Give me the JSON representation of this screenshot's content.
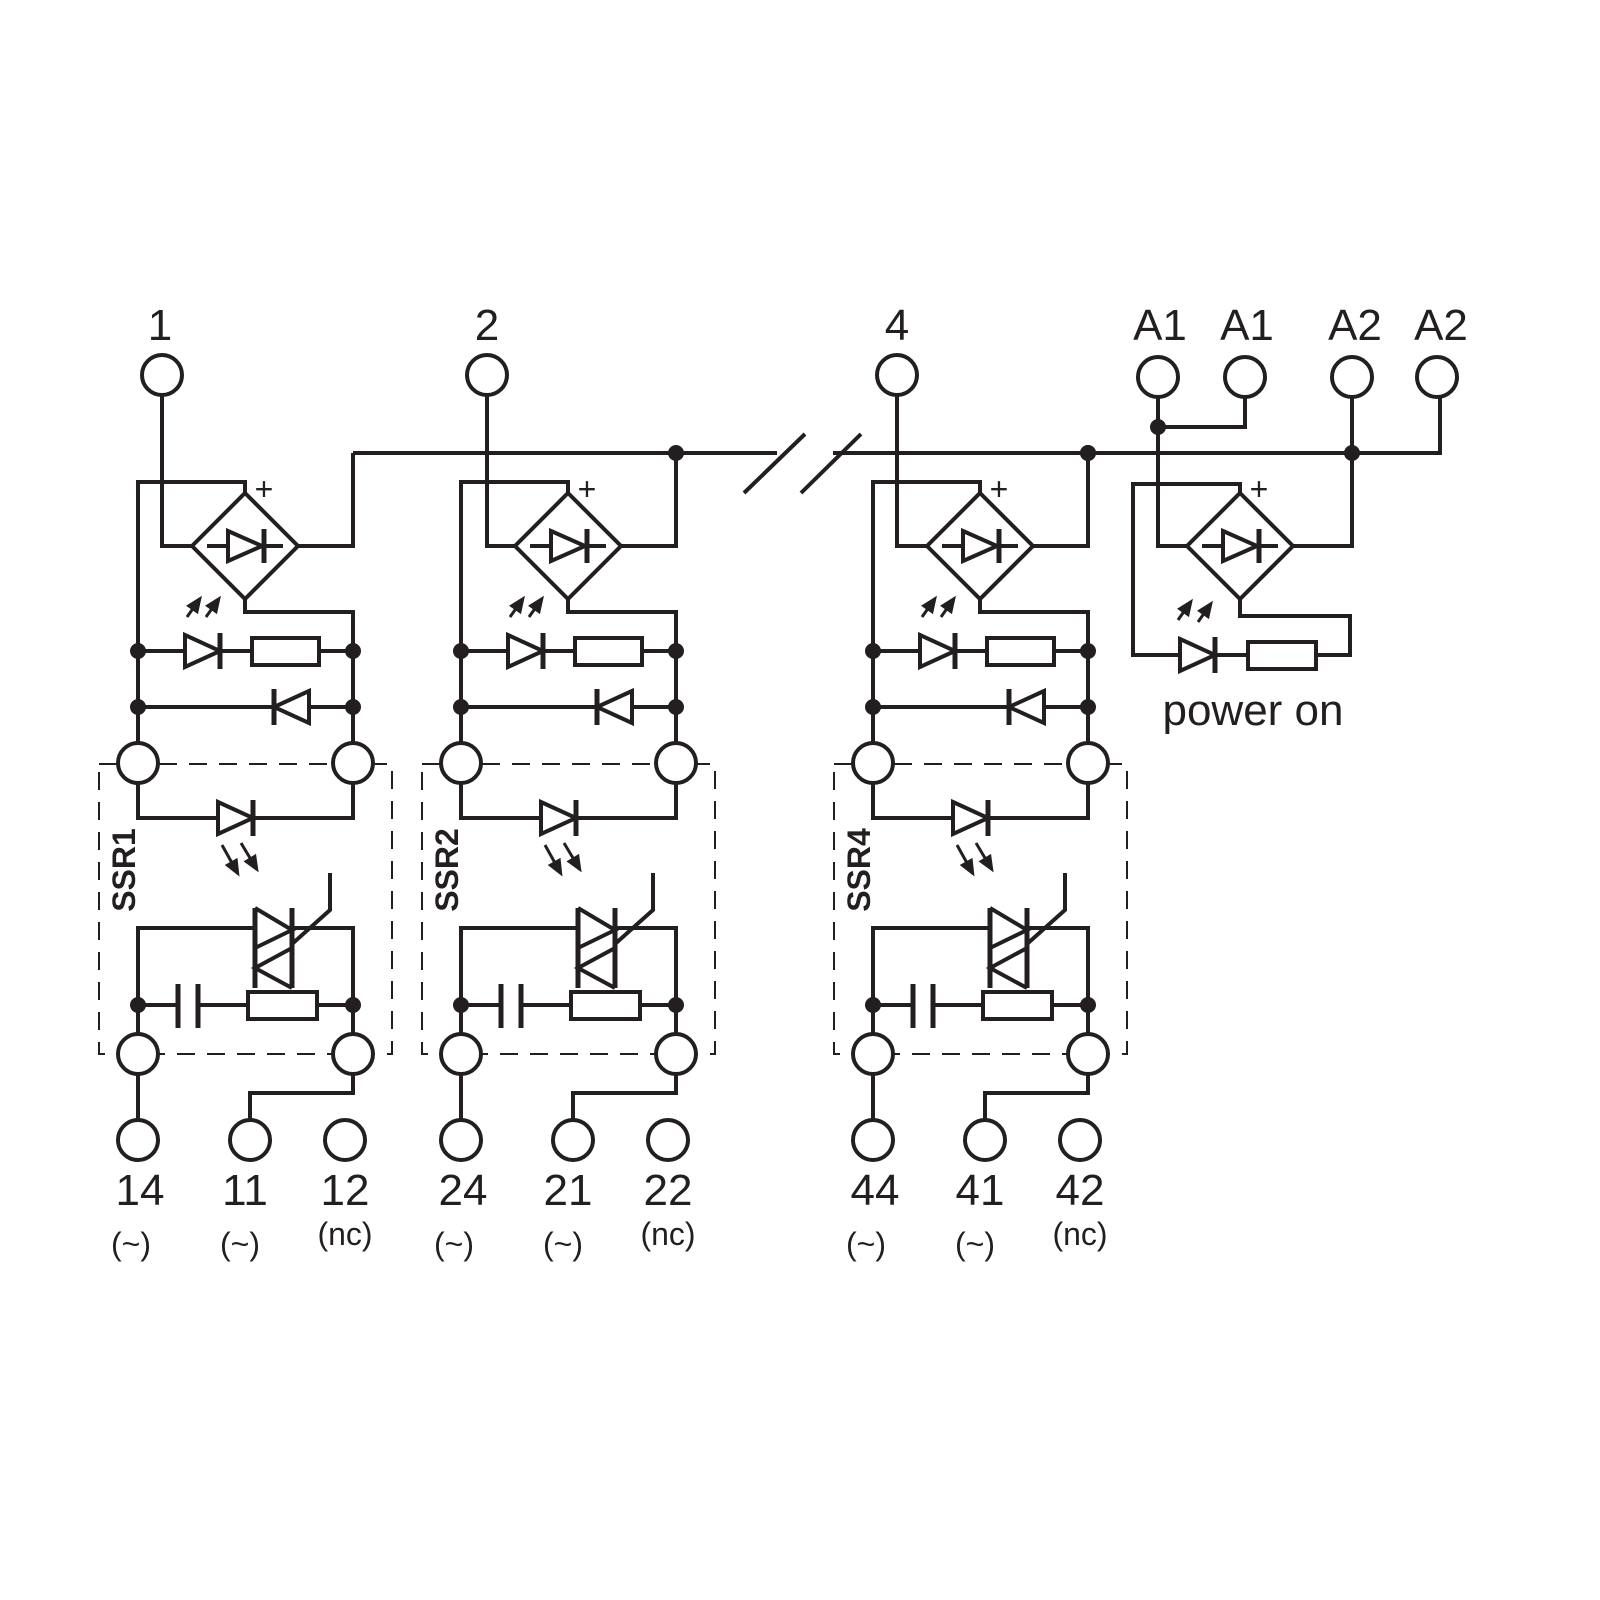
{
  "colors": {
    "ink": "#231f20",
    "background": "#ffffff"
  },
  "top_terminals": [
    "1",
    "2",
    "4",
    "A1",
    "A1",
    "A2",
    "A2"
  ],
  "channels": [
    {
      "name": "SSR1",
      "terminals": [
        "14",
        "11",
        "12"
      ],
      "subs": [
        "(~)",
        "(~)",
        "(nc)"
      ]
    },
    {
      "name": "SSR2",
      "terminals": [
        "24",
        "21",
        "22"
      ],
      "subs": [
        "(~)",
        "(~)",
        "(nc)"
      ]
    },
    {
      "name": "SSR4",
      "terminals": [
        "44",
        "41",
        "42"
      ],
      "subs": [
        "(~)",
        "(~)",
        "(nc)"
      ]
    }
  ],
  "power_label": "power on",
  "bridge_plus": "+"
}
